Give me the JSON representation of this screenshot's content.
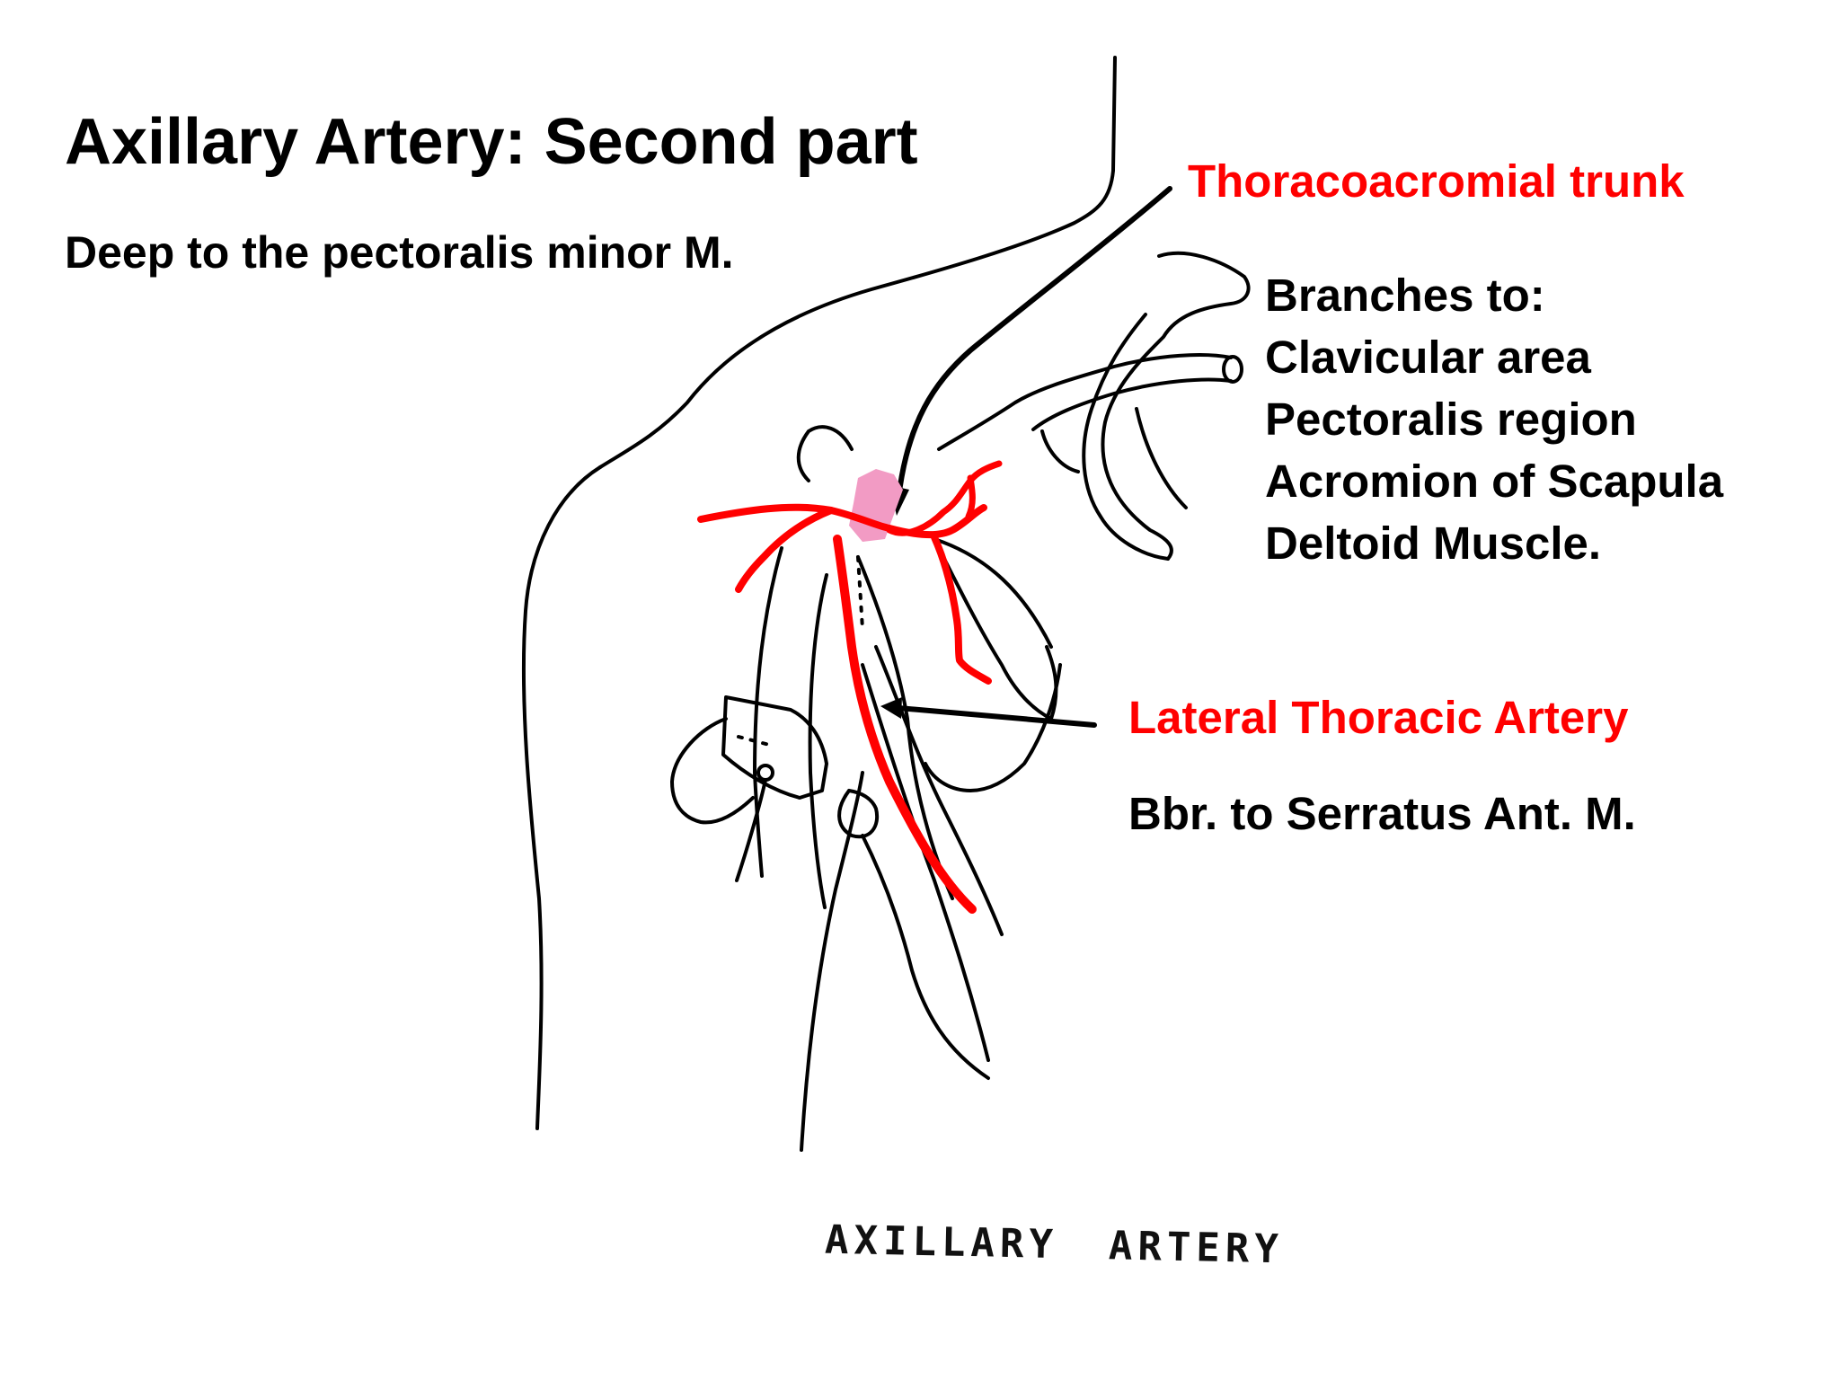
{
  "title": "Axillary Artery: Second part",
  "subtitle": "Deep to the pectoralis minor M.",
  "labels": {
    "thoracoacromial": "Thoracoacromial trunk",
    "branches_heading": "Branches to:",
    "branches": [
      "Clavicular area",
      "Pectoralis region",
      "Acromion of Scapula",
      "Deltoid Muscle."
    ],
    "lateral_thoracic": "Lateral Thoracic Artery",
    "serratus": "Bbr. to Serratus Ant. M."
  },
  "caption": {
    "word1": "AXILLARY",
    "word2": "ARTERY"
  },
  "colors": {
    "artery": "#ff0000",
    "highlight": "#f29bc4",
    "line_art": "#000000",
    "label_red": "#ff0000"
  }
}
